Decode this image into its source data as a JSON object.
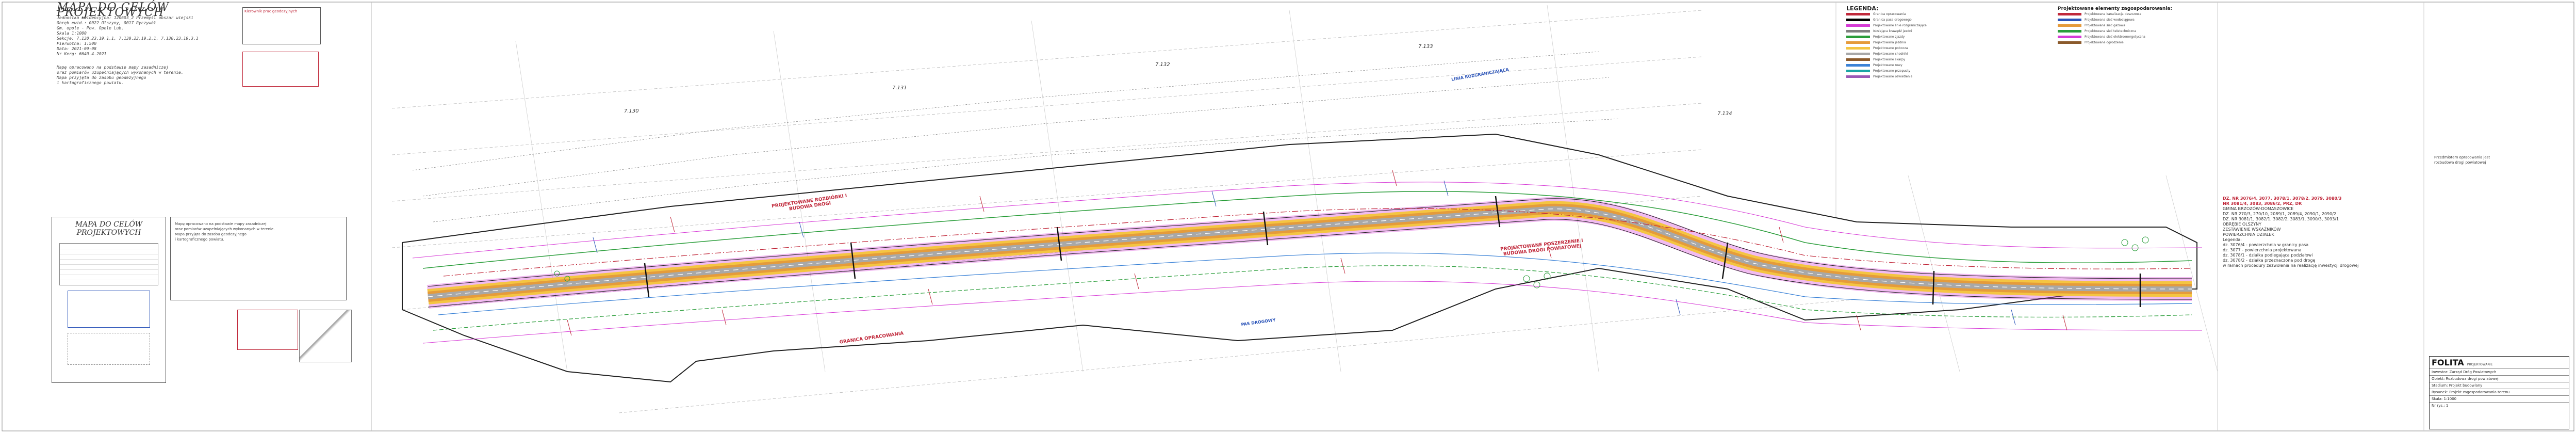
{
  "sheet": {
    "title": "MAPA DO CELÓW PROJEKTOWYCH",
    "header_lines": [
      "Jednostka ewidencyjna: 120603_2 Przemyśl obszar wiejski",
      "Obręb ewid.: 0022 Olszyny, 0017 Ryczywół",
      "Gm. opole - Pow. Opole Lub.",
      "Skala 1:1000",
      "Sekcje: 7.130.23.19.1.1, 7.130.23.19.2.1, 7.130.23.19.3.1",
      "Pierwotna: 1:500",
      "Data: 2021-09-08",
      "Nr Kerg: 6640.4.2021"
    ],
    "notes": [
      "Mapę opracowano na podstawie mapy zasadniczej",
      "oraz pomiarów uzupełniających wykonanych w terenie.",
      "Mapa przyjęta do zasobu geodezyjnego",
      "i kartograficznego powiatu."
    ],
    "signature_label": "Kierownik prac geodezyjnych",
    "sub_title": "MAPA DO CELÓW PROJEKTOWYCH"
  },
  "grid_labels": [
    "7.130",
    "7.131",
    "7.132",
    "7.133",
    "7.134"
  ],
  "map_annotations": {
    "red": [
      "PROJEKTOWANE ROZBIÓRKI I BUDOWA DROGI",
      "PROJEKTOWANE POSZERZENIE I BUDOWA DROGI POWIATOWEJ",
      "GRANICA OPRACOWANIA"
    ],
    "blue": [
      "LINIA ROZGRANICZAJĄCA",
      "PAS DROGOWY"
    ]
  },
  "legend": {
    "title": "LEGENDA:",
    "items": [
      {
        "color": "#c0283a",
        "label": "Granica opracowania"
      },
      {
        "color": "#000000",
        "label": "Granica pasa drogowego"
      },
      {
        "color": "#d63bd6",
        "label": "Projektowane linie rozgraniczające"
      },
      {
        "color": "#7f7f7f",
        "label": "Istniejąca krawędź jezdni"
      },
      {
        "color": "#2a9d3a",
        "label": "Projektowane zjazdy"
      },
      {
        "color": "#e59b3b",
        "label": "Projektowana jezdnia"
      },
      {
        "color": "#f4c542",
        "label": "Projektowane pobocza"
      },
      {
        "color": "#a8a8a8",
        "label": "Projektowane chodniki"
      },
      {
        "color": "#8b5a2b",
        "label": "Projektowane skarpy"
      },
      {
        "color": "#3b82d6",
        "label": "Projektowane rowy"
      },
      {
        "color": "#1aa5a5",
        "label": "Projektowane przepusty"
      },
      {
        "color": "#9b59b6",
        "label": "Projektowane oświetlenie"
      }
    ]
  },
  "legend_right": {
    "title": "Projektowane elementy zagospodarowania:",
    "items": [
      {
        "color": "#c0283a",
        "label": "Projektowana kanalizacja deszczowa"
      },
      {
        "color": "#2a53b8",
        "label": "Projektowana sieć wodociągowa"
      },
      {
        "color": "#e59b3b",
        "label": "Projektowana sieć gazowa"
      },
      {
        "color": "#2a9d3a",
        "label": "Projektowana sieć teletechniczna"
      },
      {
        "color": "#d63bd6",
        "label": "Projektowana sieć elektroenergetyczna"
      },
      {
        "color": "#8b5a2b",
        "label": "Projektowane ogrodzenie"
      }
    ]
  },
  "info_block": {
    "red_lines": [
      "DZ. NR 3076/4, 3077, 3078/1, 3078/2, 3079, 3080/3",
      "NR 3081/4, 3083, 3086/2, PRZ, DR"
    ],
    "lines": [
      "GMINA BRZOZÓW-DOMASZOWICE",
      "DZ. NR 270/3, 270/10, 2089/1, 2089/4, 2090/1, 2090/2",
      "DZ. NR 3081/1, 3082/1, 3082/2, 3083/1, 3090/3, 3093/1",
      "OBRĘBIE OLSZYNY",
      "ZESTAWIENIE WSKAŹNIKÓW",
      "POWIERZCHNIA DZIAŁEK",
      "Legenda:",
      "dz. 3076/4 - powierzchnia w granicy pasa",
      "dz. 3077 - powierzchnia projektowana",
      "dz. 3078/1 - działka podlegająca podziałowi",
      "dz. 3078/2 - działka przeznaczona pod drogę",
      "w ramach procedury zezwolenia na realizację inwestycji drogowej"
    ],
    "note": "Przedmiotem opracowania jest rozbudowa drogi powiatowej"
  },
  "title_block": {
    "brand": "FOLITA",
    "brand_sub": "PROJEKTOWANIE",
    "rows": [
      "Inwestor: Zarząd Dróg Powiatowych",
      "Obiekt: Rozbudowa drogi powiatowej",
      "Stadium: Projekt budowlany",
      "Rysunek: Projekt zagospodarowania terenu",
      "Skala: 1:1000",
      "Nr rys.: 1"
    ]
  }
}
